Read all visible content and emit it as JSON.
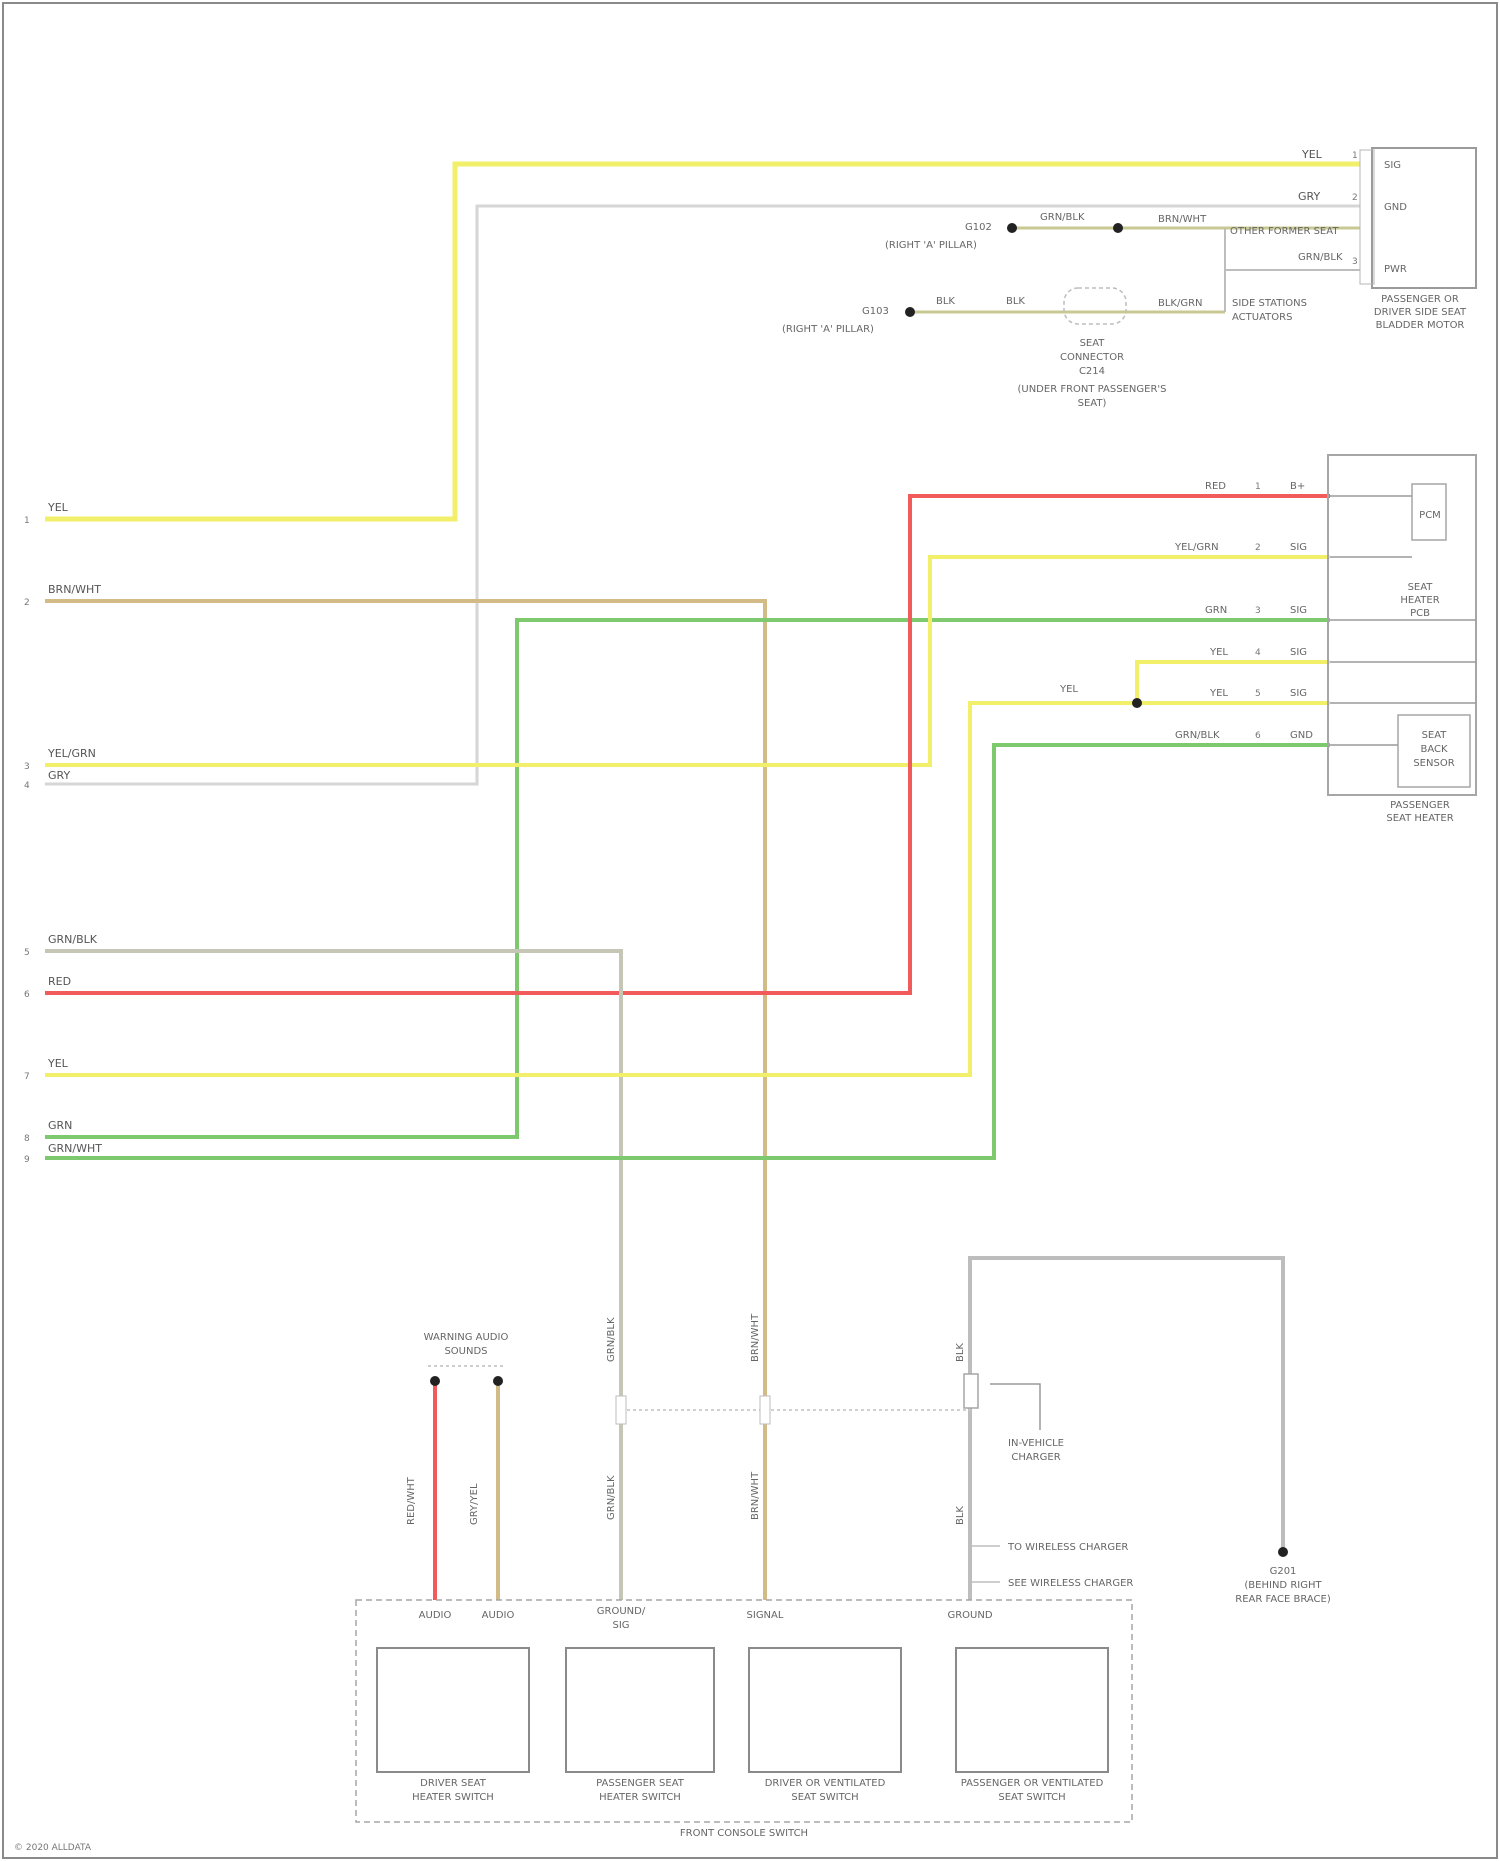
{
  "wire_colors": {
    "yellow": "#f2ef6a",
    "red": "#f25b5b",
    "green": "#7ec86d",
    "grey": "#c9c9c9",
    "tan": "#d2bb86",
    "olive": "#c8c893"
  },
  "left_connector": {
    "wires": [
      {
        "pin": "1",
        "label": "YEL"
      },
      {
        "pin": "2",
        "label": "BRN/WHT"
      },
      {
        "pin": "3",
        "label": "YEL/GRN"
      },
      {
        "pin": "4",
        "label": "GRY"
      },
      {
        "pin": "5",
        "label": "GRN/BLK"
      },
      {
        "pin": "6",
        "label": "RED"
      },
      {
        "pin": "7",
        "label": "YEL"
      },
      {
        "pin": "8",
        "label": "GRN"
      },
      {
        "pin": "9",
        "label": "GRN/WHT"
      }
    ]
  },
  "top_module": {
    "pins": [
      {
        "pin": "1",
        "label": "YEL"
      },
      {
        "pin": "2",
        "label": "GRY"
      },
      {
        "pin": "3",
        "label": ""
      }
    ],
    "terminals": [
      "SIG",
      "GND",
      "PWR"
    ],
    "caption_lines": [
      "PASSENGER OR",
      "DRIVER SIDE SEAT",
      "BLADDER MOTOR"
    ],
    "wire_labels": [
      "BRN/WHT",
      "GRN/BLK",
      "BLK/GRN"
    ],
    "notes": [
      "OTHER FORMER SEAT",
      "SIDE STATIONS",
      "ACTUATORS"
    ]
  },
  "top_splice": {
    "ground_1": [
      "G102",
      "(RIGHT 'A' PILLAR)"
    ],
    "ground_2": [
      "G103",
      "(RIGHT 'A' PILLAR)"
    ],
    "wire_a": "GRN/BLK",
    "wire_b": "BLK",
    "wire_c": "BLK",
    "connector_caption": [
      "SEAT",
      "CONNECTOR",
      "C214",
      "(UNDER FRONT PASSENGER'S",
      "SEAT)"
    ]
  },
  "right_module": {
    "rows": [
      {
        "wire": "RED",
        "pin": "1",
        "term": "B+"
      },
      {
        "wire": "YEL/GRN",
        "pin": "2",
        "term": "SIG"
      },
      {
        "wire": "GRN",
        "pin": "3",
        "term": "SIG"
      },
      {
        "wire": "YEL",
        "pin": "4",
        "term": "SIG"
      },
      {
        "wire": "YEL",
        "pin": "5",
        "term": "SIG"
      },
      {
        "wire": "GRN/BLK",
        "pin": "6",
        "term": "GND"
      }
    ],
    "splice_wire": "YEL",
    "inner_1": "PCM",
    "inner_2": [
      "SEAT",
      "BACK",
      "SENSOR"
    ],
    "caption_1": [
      "SEAT",
      "HEATER",
      "PCB"
    ],
    "caption_2": [
      "PASSENGER",
      "SEAT HEATER"
    ]
  },
  "bottom": {
    "warning_title": [
      "WARNING AUDIO",
      "SOUNDS"
    ],
    "left_wires": [
      "RED/WHT",
      "GRY/YEL"
    ],
    "mid_wires_upper": [
      "GRN/BLK",
      "BRN/WHT"
    ],
    "mid_wires_lower": [
      "GRN/BLK",
      "BRN/WHT"
    ],
    "ground_wire_upper": "BLK",
    "ground_wire_lower": "BLK",
    "splice_caption": [
      "IN-VEHICLE",
      "CHARGER"
    ],
    "side_notes": [
      "TO WIRELESS CHARGER",
      "SEE WIRELESS CHARGER"
    ],
    "ground_caption": [
      "G201",
      "(BEHIND RIGHT",
      "REAR FACE BRACE)"
    ],
    "terminal_labels": [
      "AUDIO",
      "AUDIO",
      "GROUND/",
      "SIG",
      "SIGNAL",
      "GROUND"
    ],
    "switches": [
      [
        "DRIVER SEAT",
        "HEATER SWITCH"
      ],
      [
        "PASSENGER SEAT",
        "HEATER SWITCH"
      ],
      [
        "DRIVER OR VENTILATED",
        "SEAT SWITCH"
      ],
      [
        "PASSENGER OR VENTILATED",
        "SEAT SWITCH"
      ]
    ],
    "module_caption": "FRONT CONSOLE SWITCH"
  },
  "footer": "© 2020 ALLDATA"
}
